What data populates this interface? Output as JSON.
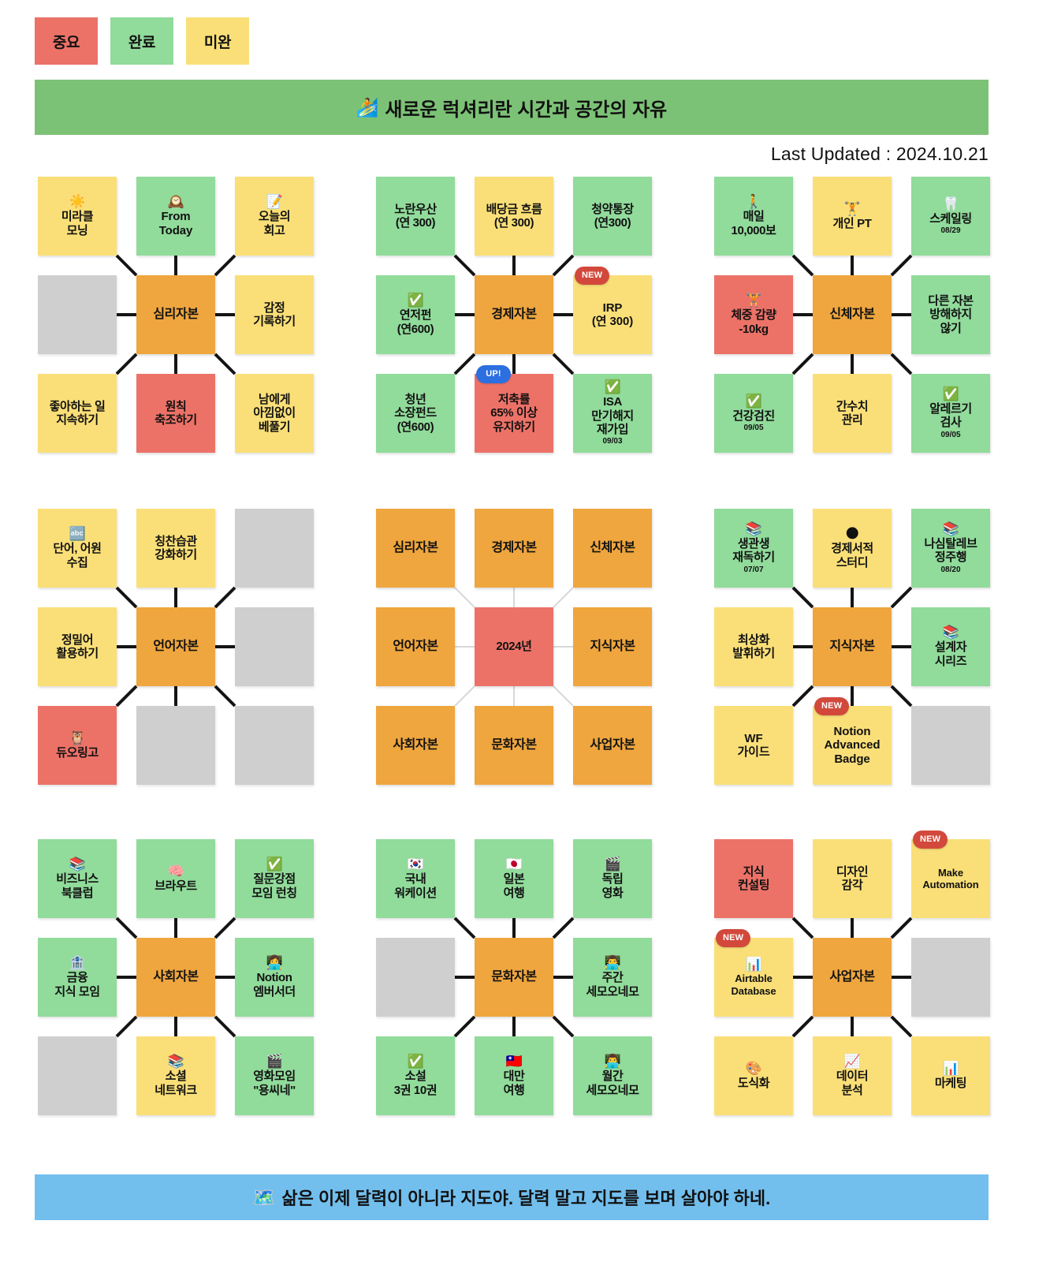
{
  "legend": {
    "items": [
      {
        "label": "중요",
        "color": "#EC7268",
        "name": "legend-important"
      },
      {
        "label": "완료",
        "color": "#91DB9B",
        "name": "legend-done"
      },
      {
        "label": "미완",
        "color": "#FADF78",
        "name": "legend-todo"
      }
    ]
  },
  "header": {
    "emoji": "🏄",
    "title": "새로운 럭셔리란 시간과 공간의 자유",
    "background": "#7CC276"
  },
  "footer": {
    "emoji": "🗺️",
    "title": "삶은 이제 달력이 아니라 지도야. 달력 말고 지도를 보며 살아야 하네.",
    "background": "#72BFEE"
  },
  "last_updated": "Last Updated : 2024.10.21",
  "clusters": [
    {
      "name": "psychological-capital",
      "center": "심리자본",
      "cells": [
        {
          "label": "미라클\n모닝",
          "color": "yellow",
          "emoji": "☀️"
        },
        {
          "label": "From\nToday",
          "color": "green",
          "emoji": "🕰️",
          "latin": true
        },
        {
          "label": "오늘의\n회고",
          "color": "yellow",
          "emoji": "📝"
        },
        {
          "label": "",
          "color": "gray"
        },
        {
          "label": "심리자본",
          "color": "orange"
        },
        {
          "label": "감정\n기록하기",
          "color": "yellow"
        },
        {
          "label": "좋아하는 일\n지속하기",
          "color": "yellow"
        },
        {
          "label": "원칙\n축조하기",
          "color": "red"
        },
        {
          "label": "남에게\n아낌없이\n베풀기",
          "color": "yellow"
        }
      ]
    },
    {
      "name": "economic-capital",
      "center": "경제자본",
      "cells": [
        {
          "label": "노란우산\n(연 300)",
          "color": "green"
        },
        {
          "label": "배당금 흐름\n(연 300)",
          "color": "yellow"
        },
        {
          "label": "청약통장\n(연300)",
          "color": "green"
        },
        {
          "label": "연저펀\n(연600)",
          "color": "green",
          "emoji": "✅"
        },
        {
          "label": "경제자본",
          "color": "orange"
        },
        {
          "label": "IRP\n(연 300)",
          "color": "yellow",
          "badge": "NEW",
          "badge_type": "new",
          "latin": true
        },
        {
          "label": "청년\n소장펀드\n(연600)",
          "color": "green"
        },
        {
          "label": "저축률\n65% 이상\n유지하기",
          "color": "red",
          "badge": "UP!",
          "badge_type": "up"
        },
        {
          "label": "ISA\n만기해지\n재가입",
          "color": "green",
          "emoji": "✅",
          "date": "09/03"
        }
      ]
    },
    {
      "name": "physical-capital",
      "center": "신체자본",
      "cells": [
        {
          "label": "매일\n10,000보",
          "color": "green",
          "emoji": "🚶"
        },
        {
          "label": "개인 PT",
          "color": "yellow",
          "emoji": "🏋️"
        },
        {
          "label": "스케일링",
          "color": "green",
          "emoji": "🦷",
          "date": "08/29"
        },
        {
          "label": "체중 감량\n-10kg",
          "color": "red",
          "emoji": "🏋️"
        },
        {
          "label": "신체자본",
          "color": "orange"
        },
        {
          "label": "다른 자본\n방해하지\n않기",
          "color": "green"
        },
        {
          "label": "건강검진",
          "color": "green",
          "emoji": "✅",
          "date": "09/05"
        },
        {
          "label": "간수치\n관리",
          "color": "yellow"
        },
        {
          "label": "알레르기\n검사",
          "color": "green",
          "emoji": "✅",
          "date": "09/05"
        }
      ]
    },
    {
      "name": "language-capital",
      "center": "언어자본",
      "cells": [
        {
          "label": "단어, 어원\n수집",
          "color": "yellow",
          "emoji": "🔤"
        },
        {
          "label": "칭찬습관\n강화하기",
          "color": "yellow"
        },
        {
          "label": "",
          "color": "gray"
        },
        {
          "label": "정밀어\n활용하기",
          "color": "yellow"
        },
        {
          "label": "언어자본",
          "color": "orange"
        },
        {
          "label": "",
          "color": "gray"
        },
        {
          "label": "듀오링고",
          "color": "red",
          "emoji": "🦉"
        },
        {
          "label": "",
          "color": "gray"
        },
        {
          "label": "",
          "color": "gray"
        }
      ]
    },
    {
      "name": "year-overview",
      "center": "2024년",
      "light_links": true,
      "cells": [
        {
          "label": "심리자본",
          "color": "orange"
        },
        {
          "label": "경제자본",
          "color": "orange"
        },
        {
          "label": "신체자본",
          "color": "orange"
        },
        {
          "label": "언어자본",
          "color": "orange"
        },
        {
          "label": "2024년",
          "color": "red"
        },
        {
          "label": "지식자본",
          "color": "orange"
        },
        {
          "label": "사회자본",
          "color": "orange"
        },
        {
          "label": "문화자본",
          "color": "orange"
        },
        {
          "label": "사업자본",
          "color": "orange"
        }
      ]
    },
    {
      "name": "knowledge-capital",
      "center": "지식자본",
      "cells": [
        {
          "label": "생관생\n재독하기",
          "color": "green",
          "emoji": "📚",
          "date": "07/07"
        },
        {
          "label": "경제서적\n스터디",
          "color": "yellow",
          "emoji": "🌑"
        },
        {
          "label": "나심탈레브\n정주행",
          "color": "green",
          "emoji": "📚",
          "date": "08/20"
        },
        {
          "label": "최상화\n발휘하기",
          "color": "yellow"
        },
        {
          "label": "지식자본",
          "color": "orange"
        },
        {
          "label": "설계자\n시리즈",
          "color": "green",
          "emoji": "📚"
        },
        {
          "label": "WF\n가이드",
          "color": "yellow",
          "latin": true
        },
        {
          "label": "Notion\nAdvanced\nBadge",
          "color": "yellow",
          "badge": "NEW",
          "badge_type": "new",
          "latin": true
        },
        {
          "label": "",
          "color": "gray"
        }
      ]
    },
    {
      "name": "social-capital",
      "center": "사회자본",
      "cells": [
        {
          "label": "비즈니스\n북클럽",
          "color": "green",
          "emoji": "📚"
        },
        {
          "label": "브라우트",
          "color": "green",
          "emoji": "🧠"
        },
        {
          "label": "질문강점\n모임 런칭",
          "color": "green",
          "emoji": "✅"
        },
        {
          "label": "금융\n지식 모임",
          "color": "green",
          "emoji": "🏦"
        },
        {
          "label": "사회자본",
          "color": "orange"
        },
        {
          "label": "Notion\n엠버서더",
          "color": "green",
          "emoji": "👩‍💻"
        },
        {
          "label": "",
          "color": "gray"
        },
        {
          "label": "소셜\n네트워크",
          "color": "yellow",
          "emoji": "📚"
        },
        {
          "label": "영화모임\n\"용씨네\"",
          "color": "green",
          "emoji": "🎬"
        }
      ]
    },
    {
      "name": "culture-capital",
      "center": "문화자본",
      "cells": [
        {
          "label": "국내\n워케이션",
          "color": "green",
          "emoji": "🇰🇷"
        },
        {
          "label": "일본\n여행",
          "color": "green",
          "emoji": "🇯🇵"
        },
        {
          "label": "독립\n영화",
          "color": "green",
          "emoji": "🎬"
        },
        {
          "label": "",
          "color": "gray"
        },
        {
          "label": "문화자본",
          "color": "orange"
        },
        {
          "label": "주간\n세모오네모",
          "color": "green",
          "emoji": "👨‍💻"
        },
        {
          "label": "소설\n3권 10권",
          "color": "green",
          "emoji": "✅"
        },
        {
          "label": "대만\n여행",
          "color": "green",
          "emoji": "🇹🇼"
        },
        {
          "label": "월간\n세모오네모",
          "color": "green",
          "emoji": "👨‍💻"
        }
      ]
    },
    {
      "name": "business-capital",
      "center": "사업자본",
      "cells": [
        {
          "label": "지식\n컨설팅",
          "color": "red"
        },
        {
          "label": "디자인\n감각",
          "color": "yellow"
        },
        {
          "label": "Make\nAutomation",
          "color": "yellow",
          "badge": "NEW",
          "badge_type": "new",
          "latin": true,
          "small": true
        },
        {
          "label": "Airtable\nDatabase",
          "color": "yellow",
          "emoji": "📊",
          "badge": "NEW",
          "badge_type": "new",
          "latin": true,
          "small": true
        },
        {
          "label": "사업자본",
          "color": "orange"
        },
        {
          "label": "",
          "color": "gray"
        },
        {
          "label": "도식화",
          "color": "yellow",
          "emoji": "🎨"
        },
        {
          "label": "데이터\n분석",
          "color": "yellow",
          "emoji": "📈"
        },
        {
          "label": "마케팅",
          "color": "yellow",
          "emoji": "📊"
        }
      ]
    }
  ]
}
